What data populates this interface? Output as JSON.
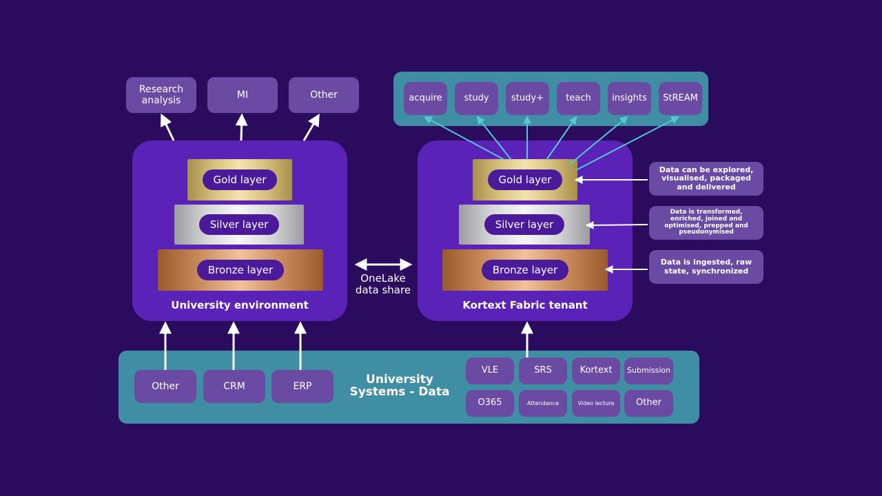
{
  "outputs_left": {
    "research": "Research analysis",
    "mi": "MI",
    "other": "Other"
  },
  "outputs_right": [
    "acquire",
    "study",
    "study+",
    "teach",
    "insights",
    "StREAM"
  ],
  "university_env": {
    "gold": "Gold layer",
    "silver": "Silver layer",
    "bronze": "Bronze layer",
    "label": "University environment"
  },
  "kortext_tenant": {
    "gold": "Gold layer",
    "silver": "Silver layer",
    "bronze": "Bronze layer",
    "label": "Kortext Fabric tenant"
  },
  "onelake": "OneLake data share",
  "descriptions": {
    "gold": "Data can be explored, visualised, packaged and delivered",
    "silver": "Data is transformed, enriched, joined and optimised, prepped and pseudonymised",
    "bronze": "Data is ingested, raw state, synchronized"
  },
  "systems": {
    "title_line1": "University",
    "title_line2": "Systems - Data",
    "left": [
      "Other",
      "CRM",
      "ERP"
    ],
    "right_row1": [
      "VLE",
      "SRS",
      "Kortext",
      "Submission"
    ],
    "right_row2": [
      "O365",
      "Attendance",
      "Video lecture",
      "Other"
    ]
  },
  "colors": {
    "background": "#2a0b5e",
    "panel": "#5b22b8",
    "box": "#6a4aa3",
    "band": "#3f8ea3",
    "pill": "#4a1a9a",
    "cyan_arrow": "#57c7d8"
  }
}
